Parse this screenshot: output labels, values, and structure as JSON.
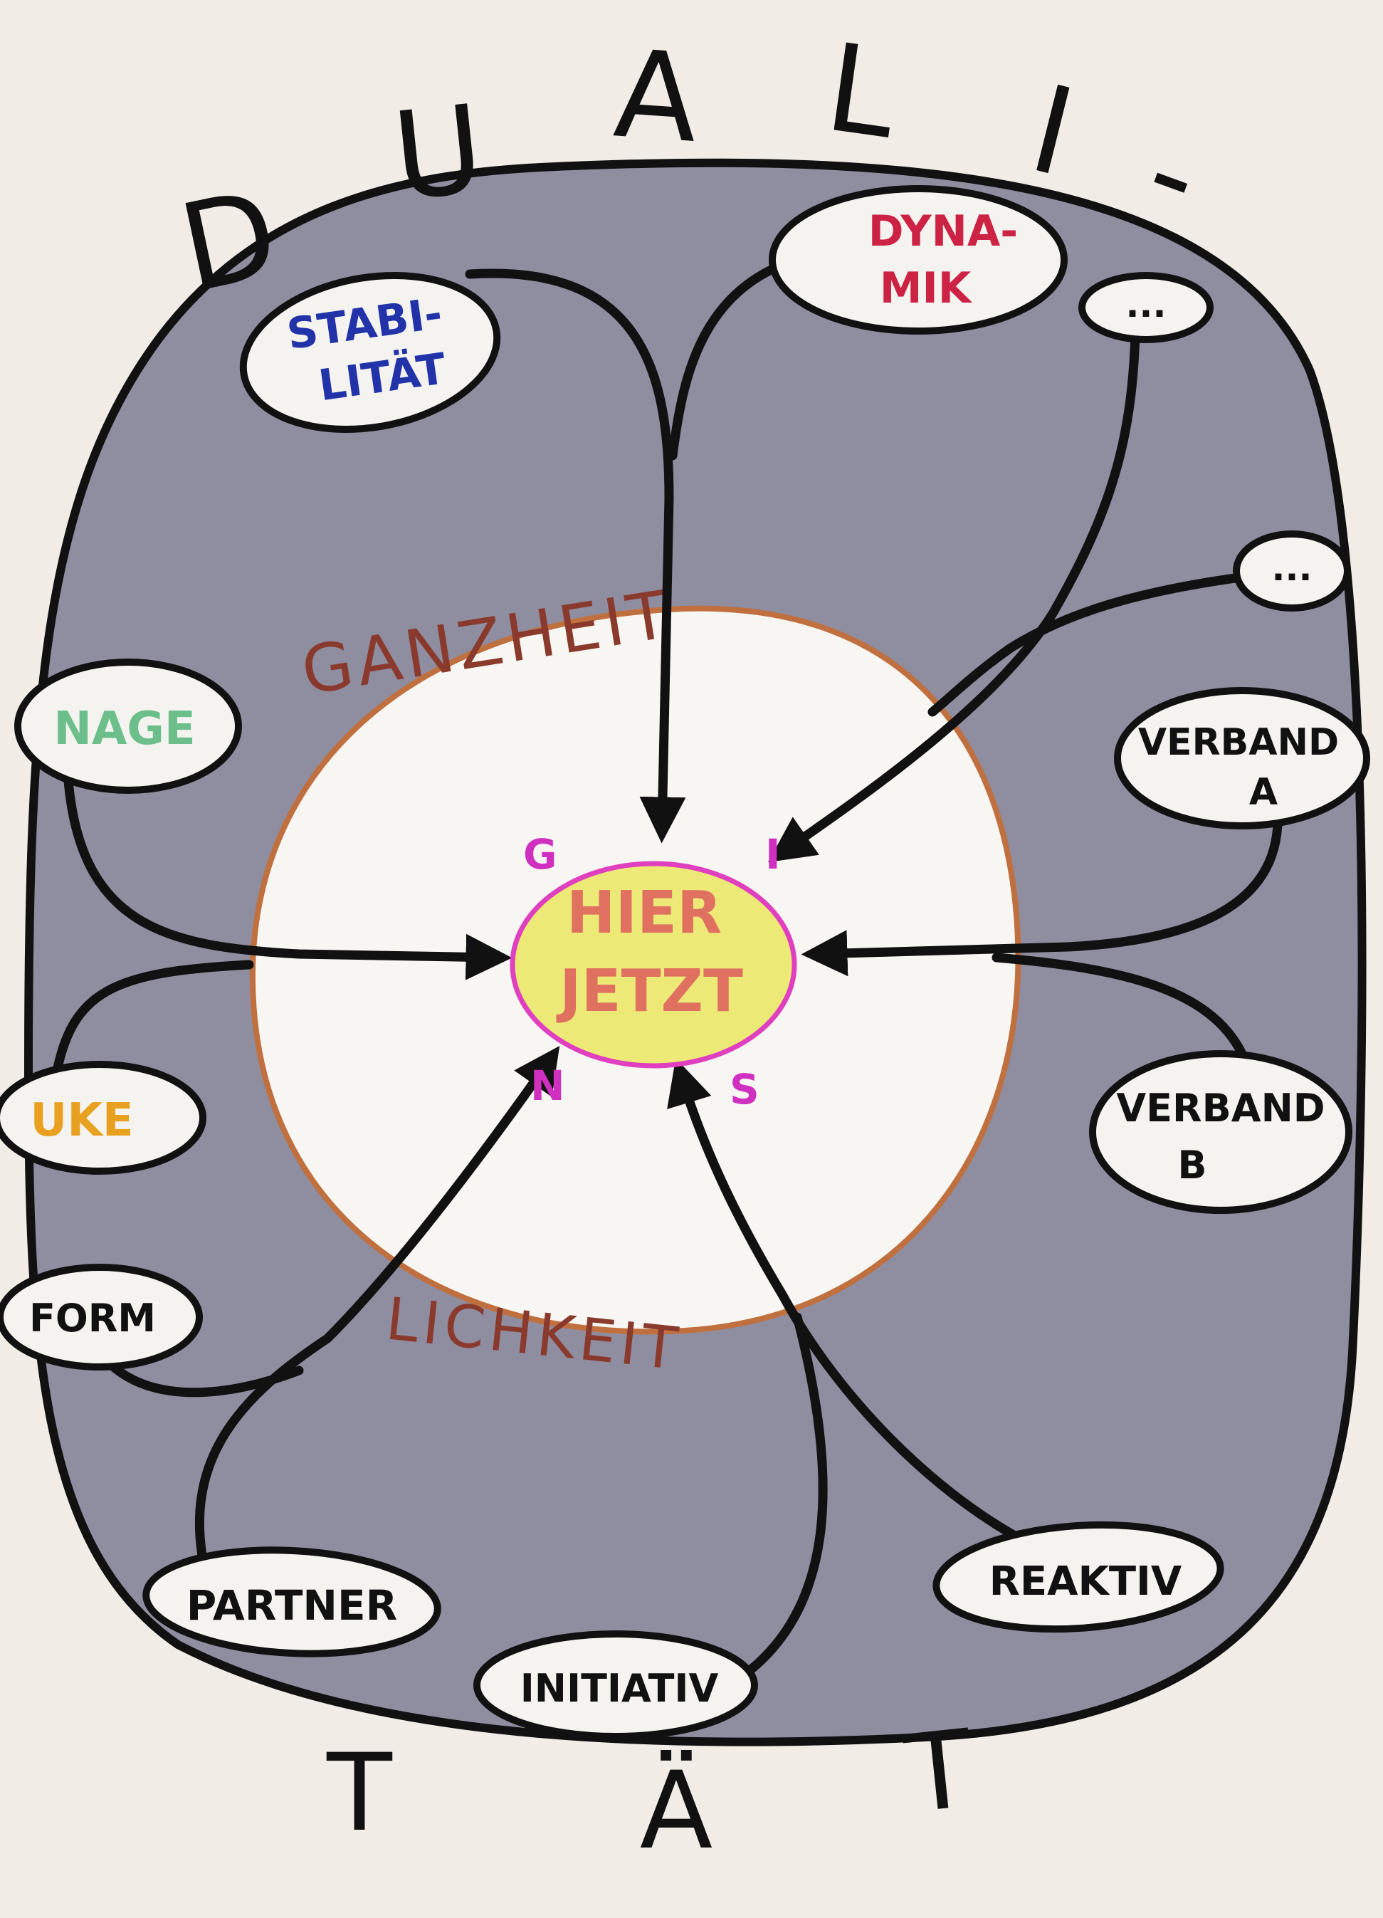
{
  "title_top": [
    "D",
    "U",
    "A",
    "L",
    "I",
    "-"
  ],
  "title_bottom": [
    "T",
    "Ä",
    "T"
  ],
  "ring_labels": {
    "top": "GANZHEIT",
    "bottom": "LICHKEIT"
  },
  "center": {
    "line1": "HIER",
    "line2": "JETZT"
  },
  "center_letters": {
    "top_left": "G",
    "top_right": "I",
    "bottom_left": "N",
    "bottom_right": "S"
  },
  "nodes": {
    "stabilitaet": {
      "line1": "STABI-",
      "line2": "LITÄT"
    },
    "dynamik": {
      "line1": "DYNA-",
      "line2": "MIK"
    },
    "more_top": "...",
    "more_right": "...",
    "verband_a": {
      "line1": "VERBAND",
      "line2": "A"
    },
    "verband_b": {
      "line1": "VERBAND",
      "line2": "B"
    },
    "reaktiv": "REAKTIV",
    "initiativ": "INITIATIV",
    "partner": "PARTNER",
    "form": "FORM",
    "uke": "UKE",
    "nage": "NAGE"
  },
  "colors": {
    "paper": "#f1ede6",
    "outer_fill": "#8f8da0",
    "inner_fill": "#f7f6f3",
    "ring_stroke": "#c0703e",
    "ring_text": "#8a3a2c",
    "center_fill": "#ece977",
    "center_stroke": "#e040c0",
    "center_text": "#e07060",
    "ink": "#111111",
    "stabilitaet": "#2233aa",
    "dynamik": "#cc2244",
    "nage": "#6cbf8a",
    "uke": "#e8a020",
    "center_letters": "#d030c0"
  }
}
